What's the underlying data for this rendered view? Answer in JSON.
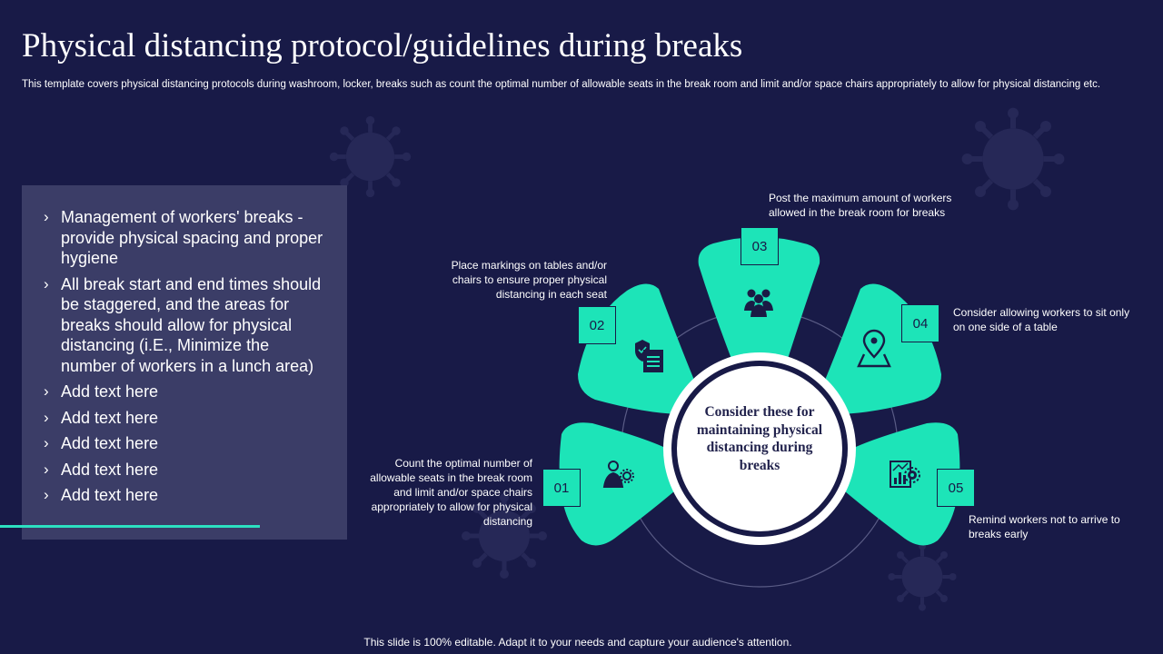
{
  "slide": {
    "title": "Physical distancing protocol/guidelines during breaks",
    "subtitle": "This template covers physical distancing protocols during washroom, locker, breaks such as count the optimal number of allowable seats in the break room and limit and/or space chairs appropriately to allow for physical distancing etc.",
    "footer": "This slide is 100% editable. Adapt it to your needs and capture your audience's attention."
  },
  "panel": {
    "bullets": [
      "Management of workers' breaks - provide physical spacing and proper hygiene",
      "All break start and end times should be staggered, and the areas for breaks should allow for physical distancing (i.E., Minimize the number of workers in a lunch area)",
      "Add text here",
      "Add text here",
      "Add text here",
      "Add text here",
      "Add text here"
    ],
    "bullet_marker": "›"
  },
  "diagram": {
    "center_text": "Consider these for maintaining physical distancing during breaks",
    "steps": [
      {
        "number": "01",
        "icon": "worker-settings-icon",
        "text": "Count the optimal number of allowable seats in the break room and limit and/or space chairs appropriately to allow for physical distancing"
      },
      {
        "number": "02",
        "icon": "shield-document-icon",
        "text": "Place markings on tables and/or chairs to ensure proper physical distancing in each seat"
      },
      {
        "number": "03",
        "icon": "group-people-icon",
        "text": "Post the maximum amount of workers allowed in the break room for breaks"
      },
      {
        "number": "04",
        "icon": "map-pin-icon",
        "text": "Consider allowing workers to sit only on one side of a table"
      },
      {
        "number": "05",
        "icon": "chart-settings-icon",
        "text": "Remind workers not to arrive to breaks early"
      }
    ]
  },
  "colors": {
    "background": "#181a47",
    "accent": "#1de4b8",
    "panel": "#3b3d67",
    "virus_decoration": "#262857"
  }
}
